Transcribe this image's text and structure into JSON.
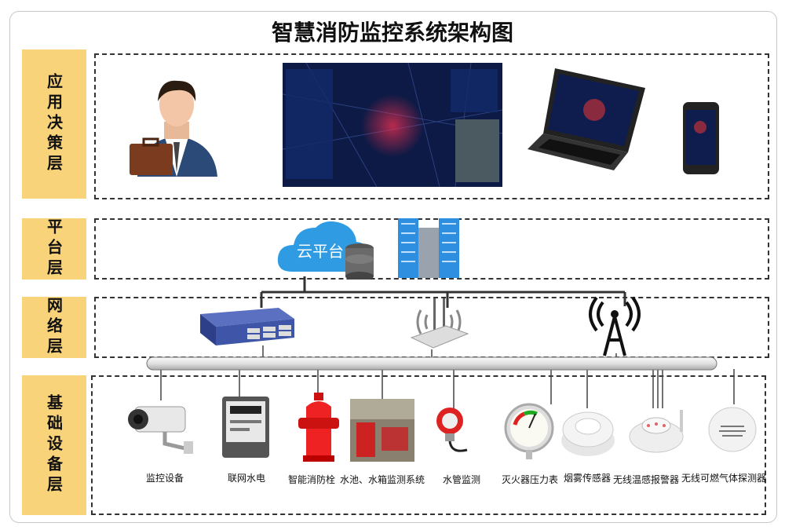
{
  "title": "智慧消防监控系统架构图",
  "layers": [
    {
      "label": "应用决策层"
    },
    {
      "label": "平台层"
    },
    {
      "label": "网络层"
    },
    {
      "label": "基础设备层"
    }
  ],
  "platform": {
    "cloud_label": "云平台"
  },
  "devices": [
    {
      "label": "监控设备",
      "icon": "camera-icon"
    },
    {
      "label": "联网水电",
      "icon": "meter-icon"
    },
    {
      "label": "智能消防栓",
      "icon": "hydrant-icon"
    },
    {
      "label": "水池、水箱监测系统",
      "icon": "pump-room-icon"
    },
    {
      "label": "水管监测",
      "icon": "pipe-sensor-icon"
    },
    {
      "label": "灭火器压力表",
      "icon": "pressure-gauge-icon"
    },
    {
      "label": "烟雾传感器",
      "icon": "smoke-sensor-icon"
    },
    {
      "label": "无线温感报警器",
      "icon": "heat-sensor-icon"
    },
    {
      "label": "无线可燃气体探测器",
      "icon": "gas-detector-icon"
    }
  ],
  "colors": {
    "layer_label_bg": "#f8d37a",
    "cloud": "#2e9be3",
    "switch": "#3f56a8"
  }
}
